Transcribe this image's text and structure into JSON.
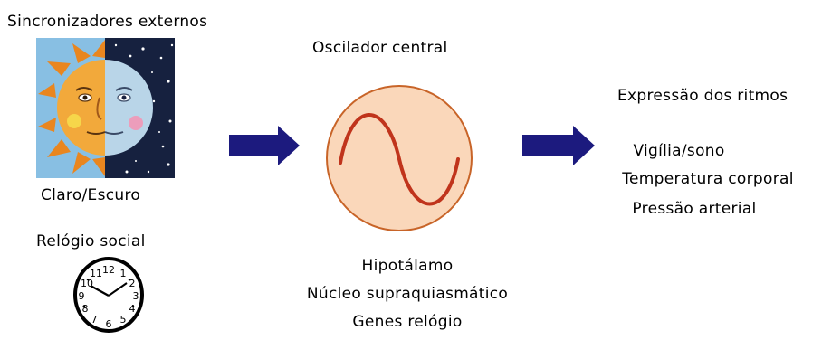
{
  "inputs": {
    "heading": "Sincronizadores externos",
    "light_dark_label": "Claro/Escuro",
    "social_clock_label": "Relógio social",
    "clock_numbers": [
      "12",
      "1",
      "2",
      "3",
      "4",
      "5",
      "6",
      "7",
      "8",
      "9",
      "10",
      "11"
    ]
  },
  "oscillator": {
    "heading": "Oscilador central",
    "lines": [
      "Hipotálamo",
      "Núcleo supraquiasmático",
      "Genes relógio"
    ]
  },
  "outputs": {
    "heading": "Expressão dos ritmos",
    "items": [
      "Vigília/sono",
      "Temperatura corporal",
      "Pressão arterial"
    ]
  },
  "colors": {
    "arrow": "#1c1a7e",
    "circle_fill": "#fad7ba",
    "circle_stroke": "#c86428",
    "sine": "#c0341c",
    "night": "#16213f",
    "sun": "#f2a93b",
    "moon": "#b9d5e8"
  }
}
